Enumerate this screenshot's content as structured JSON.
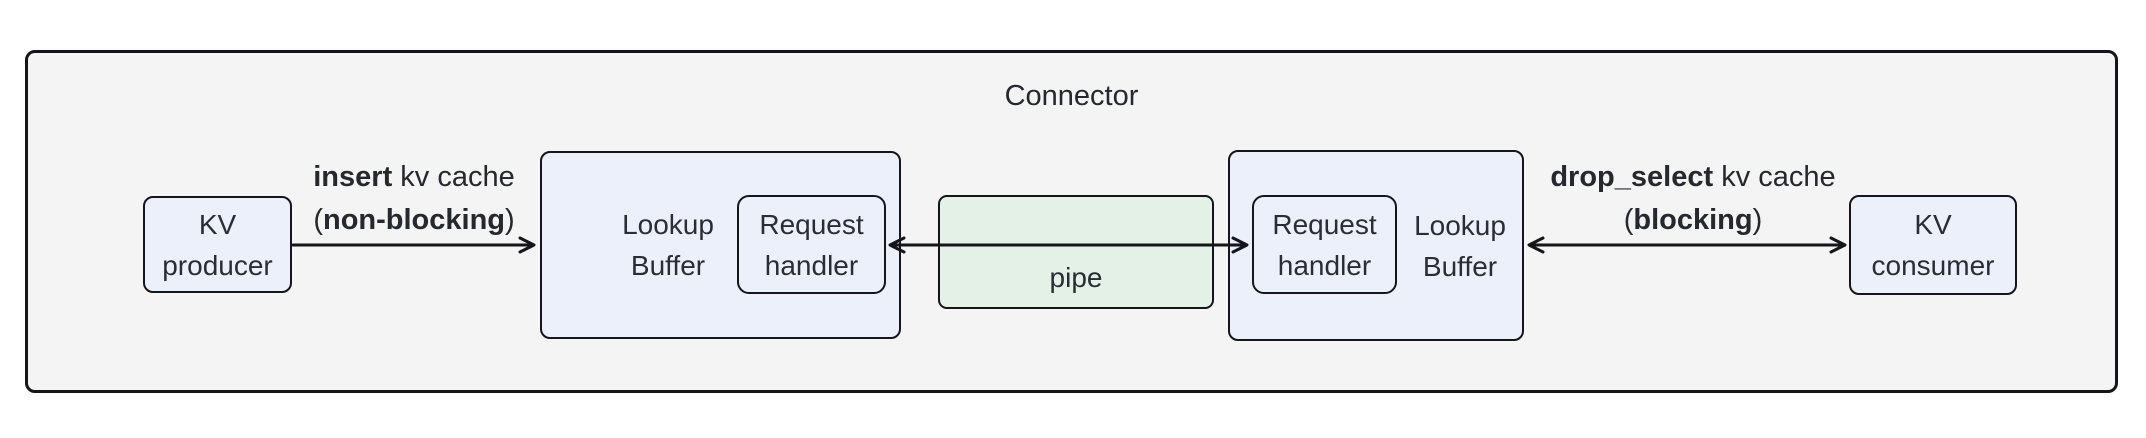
{
  "connector": {
    "title": "Connector"
  },
  "nodes": {
    "kv_producer": {
      "line1": "KV",
      "line2": "producer"
    },
    "lookup_buffer_left": {
      "line1": "Lookup",
      "line2": "Buffer"
    },
    "request_handler_left": {
      "line1": "Request",
      "line2": "handler"
    },
    "pipe": {
      "label": "pipe"
    },
    "request_handler_right": {
      "line1": "Request",
      "line2": "handler"
    },
    "lookup_buffer_right": {
      "line1": "Lookup",
      "line2": "Buffer"
    },
    "kv_consumer": {
      "line1": "KV",
      "line2": "consumer"
    }
  },
  "edges": {
    "insert": {
      "bold": "insert",
      "rest": " kv cache",
      "paren_open": "(",
      "paren_bold": "non-blocking",
      "paren_close": ")"
    },
    "drop_select": {
      "bold": "drop_select",
      "rest": " kv cache",
      "paren_open": "(",
      "paren_bold": "blocking",
      "paren_close": ")"
    }
  },
  "colors": {
    "background": "#ffffff",
    "connector_fill": "#f4f4f4",
    "node_fill": "#ecf0fa",
    "pipe_fill": "#e3f1e6",
    "border": "#15151b",
    "text": "#2a2d34"
  }
}
